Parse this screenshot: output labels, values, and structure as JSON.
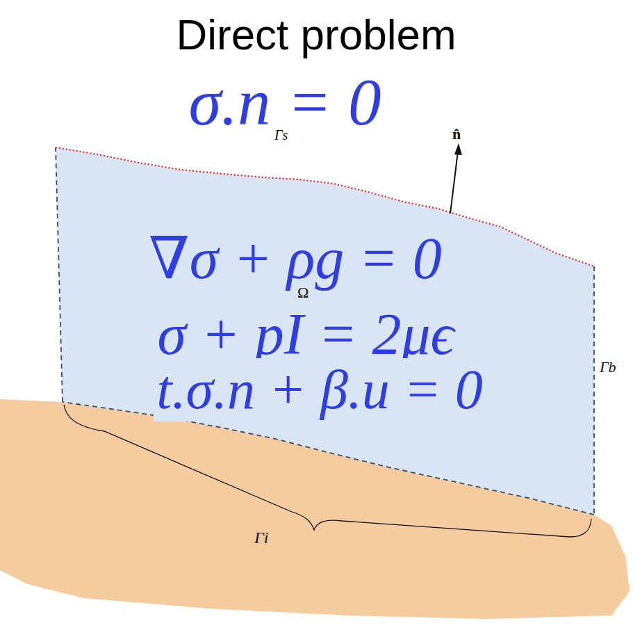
{
  "diagram": {
    "title": "Direct problem",
    "nodes": [
      {
        "text": [
          "∇σ + ρg = 0",
          "Ω",
          "σ + pI = 2μϵ",
          "t.σ.n + β.u = 0"
        ]
      },
      {
        "text": [
          "Γi"
        ]
      }
    ],
    "labels": [
      "σ.n = 0",
      "Γs",
      "n̂",
      "Γb"
    ]
  }
}
